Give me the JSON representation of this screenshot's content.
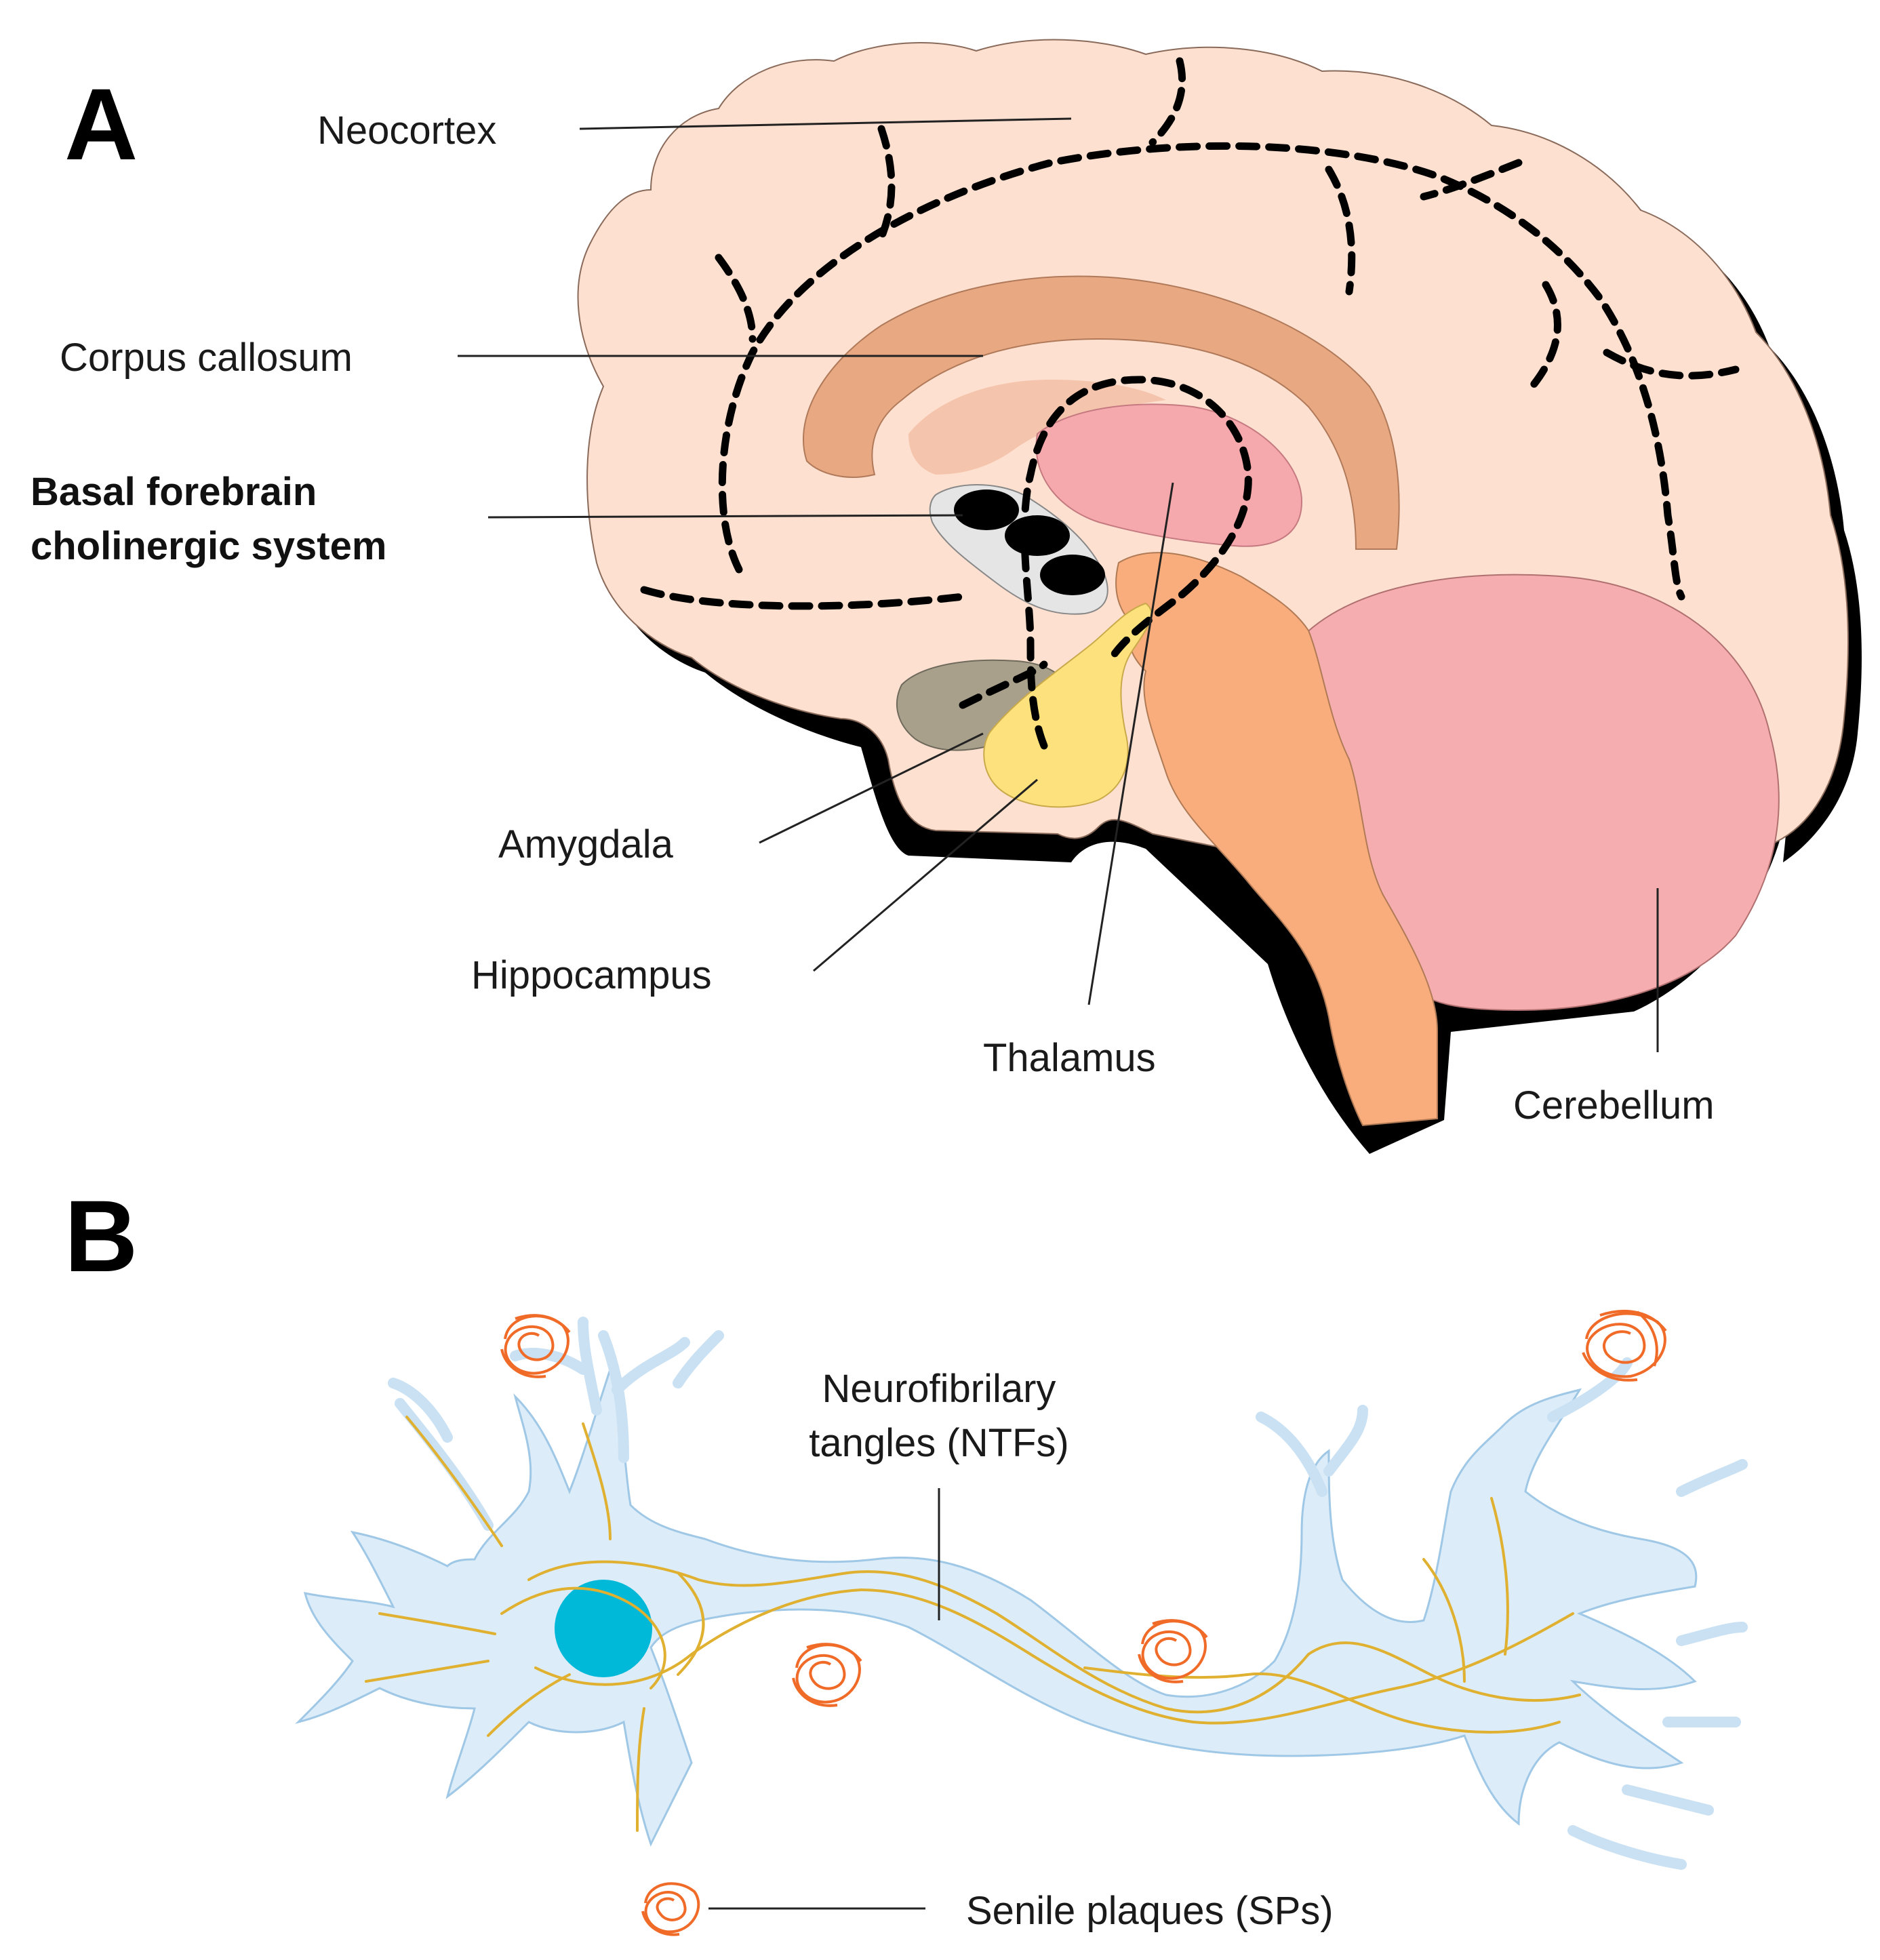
{
  "panel_a": {
    "letter": "A",
    "labels": {
      "neocortex": "Neocortex",
      "corpus_callosum": "Corpus callosum",
      "basal_forebrain_line1": "Basal forebrain",
      "basal_forebrain_line2": "cholinergic system",
      "amygdala": "Amygdala",
      "hippocampus": "Hippocampus",
      "thalamus": "Thalamus",
      "cerebellum": "Cerebellum"
    }
  },
  "panel_b": {
    "letter": "B",
    "labels": {
      "ntf_line1": "Neurofibrilary",
      "ntf_line2": "tangles (NTFs)",
      "senile_plaques": "Senile plaques (SPs)"
    }
  },
  "colors": {
    "brain_tissue": "#fde0cf",
    "corpus_callosum": "#e8a882",
    "thalamus": "#f6a9ad",
    "cerebellum": "#f6adb0",
    "brainstem": "#f9ad7d",
    "amygdala": "#a9a08c",
    "hippocampus": "#fce17c",
    "basal_forebrain_nuclei": "#000000",
    "neuron_body": "#dcecf8",
    "neuron_nucleus": "#00b8d8",
    "tangle_fibrils": "#e0b030",
    "plaques": "#f06a28"
  }
}
